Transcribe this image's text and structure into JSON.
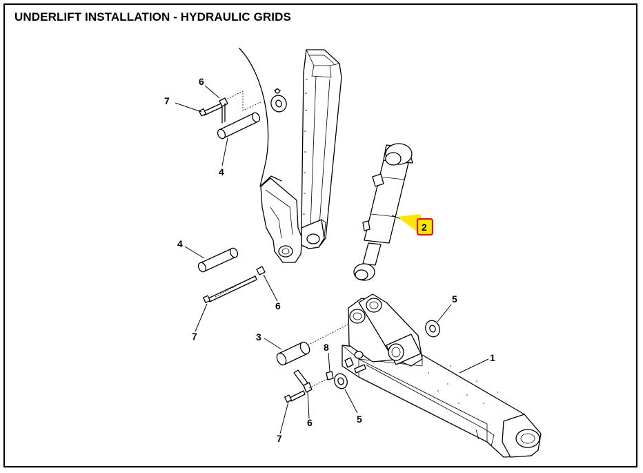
{
  "title": "UNDERLIFT INSTALLATION - HYDRAULIC GRIDS",
  "highlight_color": "#ffe600",
  "highlight_border": "#d8171b",
  "callouts": [
    {
      "id": "c6a",
      "label": "6"
    },
    {
      "id": "c7a",
      "label": "7"
    },
    {
      "id": "c4a",
      "label": "4"
    },
    {
      "id": "c4b",
      "label": "4"
    },
    {
      "id": "c6b",
      "label": "6"
    },
    {
      "id": "c7b",
      "label": "7"
    },
    {
      "id": "c2",
      "label": "2"
    },
    {
      "id": "c3",
      "label": "3"
    },
    {
      "id": "c8",
      "label": "8"
    },
    {
      "id": "c5a",
      "label": "5"
    },
    {
      "id": "c1",
      "label": "1"
    },
    {
      "id": "c5b",
      "label": "5"
    },
    {
      "id": "c6c",
      "label": "6"
    },
    {
      "id": "c7c",
      "label": "7"
    }
  ]
}
